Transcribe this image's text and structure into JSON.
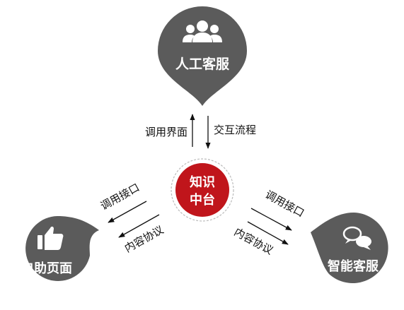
{
  "center": {
    "line1": "知识",
    "line2": "中台"
  },
  "nodes": {
    "top": {
      "title": "人工客服",
      "icon": "people-group-icon"
    },
    "left": {
      "title": "自助页面",
      "icon": "thumbs-up-icon"
    },
    "right": {
      "title": "智能客服",
      "icon": "chat-bubbles-icon"
    }
  },
  "flows": {
    "top": {
      "up_label": "调用界面",
      "down_label": "交互流程"
    },
    "left": {
      "api_label": "调用接口",
      "content_label": "内容协议"
    },
    "right": {
      "api_label": "调用接口",
      "content_label": "内容协议"
    }
  },
  "colors": {
    "node_fill": "#5b5b5b",
    "center_fill": "#c0151b",
    "center_ring": "#bbbbbb",
    "arrow": "#111111",
    "icon": "#ffffff"
  }
}
